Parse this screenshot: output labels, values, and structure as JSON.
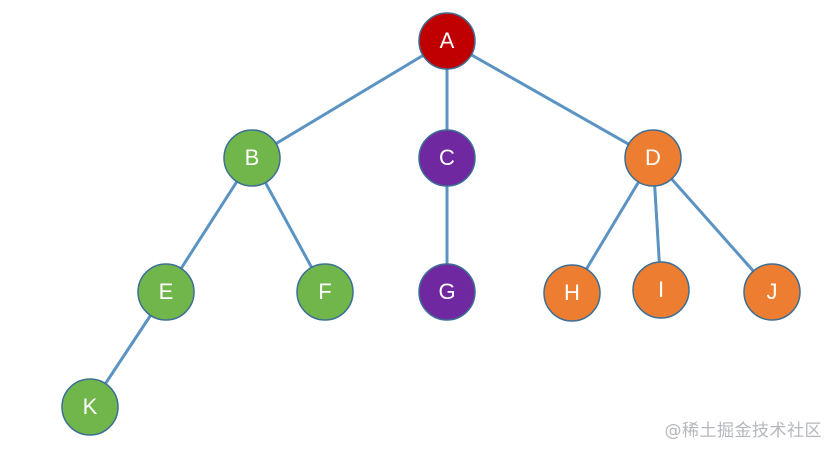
{
  "colors": {
    "edge": "#5b93c2",
    "root": "#c00000",
    "green": "#70b64a",
    "purple": "#7028a0",
    "orange": "#ed7d31",
    "outline": "#3d6f95"
  },
  "nodes": [
    {
      "id": "A",
      "label": "A",
      "color": "root"
    },
    {
      "id": "B",
      "label": "B",
      "color": "green"
    },
    {
      "id": "C",
      "label": "C",
      "color": "purple"
    },
    {
      "id": "D",
      "label": "D",
      "color": "orange"
    },
    {
      "id": "E",
      "label": "E",
      "color": "green"
    },
    {
      "id": "F",
      "label": "F",
      "color": "green"
    },
    {
      "id": "G",
      "label": "G",
      "color": "purple"
    },
    {
      "id": "H",
      "label": "H",
      "color": "orange"
    },
    {
      "id": "I",
      "label": "I",
      "color": "orange"
    },
    {
      "id": "J",
      "label": "J",
      "color": "orange"
    },
    {
      "id": "K",
      "label": "K",
      "color": "green"
    }
  ],
  "edges": [
    [
      "A",
      "B"
    ],
    [
      "A",
      "C"
    ],
    [
      "A",
      "D"
    ],
    [
      "B",
      "E"
    ],
    [
      "B",
      "F"
    ],
    [
      "C",
      "G"
    ],
    [
      "D",
      "H"
    ],
    [
      "D",
      "I"
    ],
    [
      "D",
      "J"
    ],
    [
      "E",
      "K"
    ]
  ],
  "watermark": {
    "text": "@稀土掘金技术社区"
  }
}
